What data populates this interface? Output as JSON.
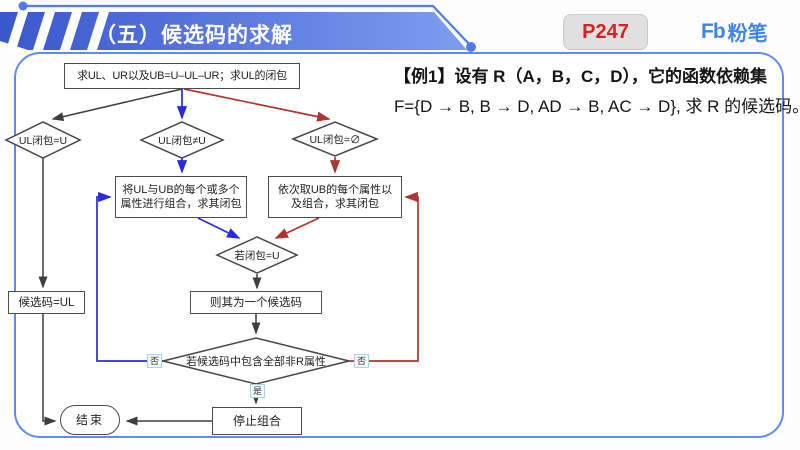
{
  "header": {
    "title": "（五）候选码的求解",
    "page_badge": "P247",
    "logo_mark": "Fb",
    "logo_text": "粉笔"
  },
  "example": {
    "line1": "【例1】设有 R（A，B，C，D），它的函数依赖集",
    "line2": "F={D → B, B → D, AD → B, AC → D}, 求 R 的候选码。"
  },
  "flowchart": {
    "nodes": {
      "start": "求UL、UR以及UB=U–UL–UR；求UL的闭包",
      "cond_equal": "UL闭包=U",
      "cond_notequal": "UL闭包≠U",
      "cond_empty": "UL闭包=∅",
      "combine_line1": "将UL与UB的每个或多个",
      "combine_line2": "属性进行组合，求其闭包",
      "ub_line1": "依次取UB的每个属性以",
      "ub_line2": "及组合，求其闭包",
      "closure_check": "若闭包=U",
      "candidate": "则其为一个候选码",
      "ul_key": "候选码=UL",
      "final_check": "若候选码中包含全部非R属性",
      "stop": "停止组合",
      "end": "结束"
    },
    "labels": {
      "no_left": "否",
      "no_right": "否",
      "yes": "是"
    },
    "colors": {
      "black_path": "#3f3f3f",
      "blue_path": "#2a2ae2",
      "red_path": "#b23330",
      "node_border": "#464646",
      "panel_border": "#5d8cf0",
      "banner_dark": "#3a57cd",
      "banner_light": "#7e9cef",
      "badge_text": "#d42222",
      "logo_blue": "#3f85e8"
    }
  }
}
